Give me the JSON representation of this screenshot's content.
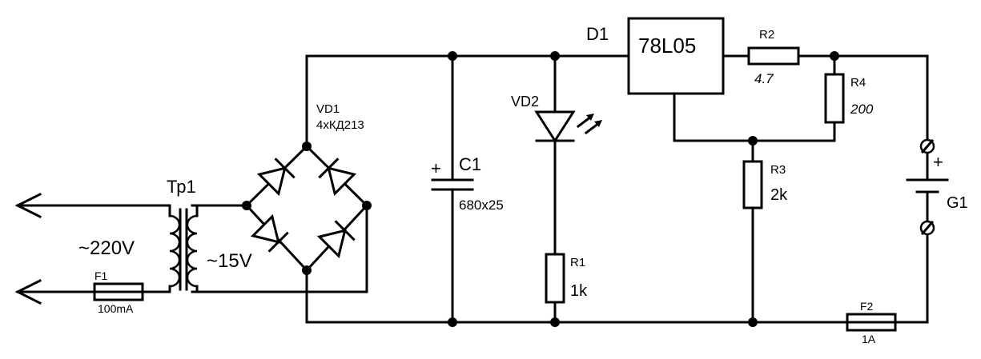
{
  "transformer": {
    "ref": "Тр1",
    "primary_voltage": "~220V",
    "secondary_voltage": "~15V"
  },
  "fuse1": {
    "ref": "F1",
    "rating": "100mA"
  },
  "bridge": {
    "ref": "VD1",
    "part": "4хКД213"
  },
  "capacitor": {
    "ref": "C1",
    "value": "680x25",
    "polarity": "+"
  },
  "led": {
    "ref": "VD2"
  },
  "r1": {
    "ref": "R1",
    "value": "1k"
  },
  "regulator": {
    "ref": "D1",
    "part": "78L05"
  },
  "r2": {
    "ref": "R2",
    "value": "4.7"
  },
  "r3": {
    "ref": "R3",
    "value": "2k"
  },
  "r4": {
    "ref": "R4",
    "value": "200"
  },
  "battery": {
    "ref": "G1",
    "polarity": "+"
  },
  "fuse2": {
    "ref": "F2",
    "rating": "1A"
  }
}
